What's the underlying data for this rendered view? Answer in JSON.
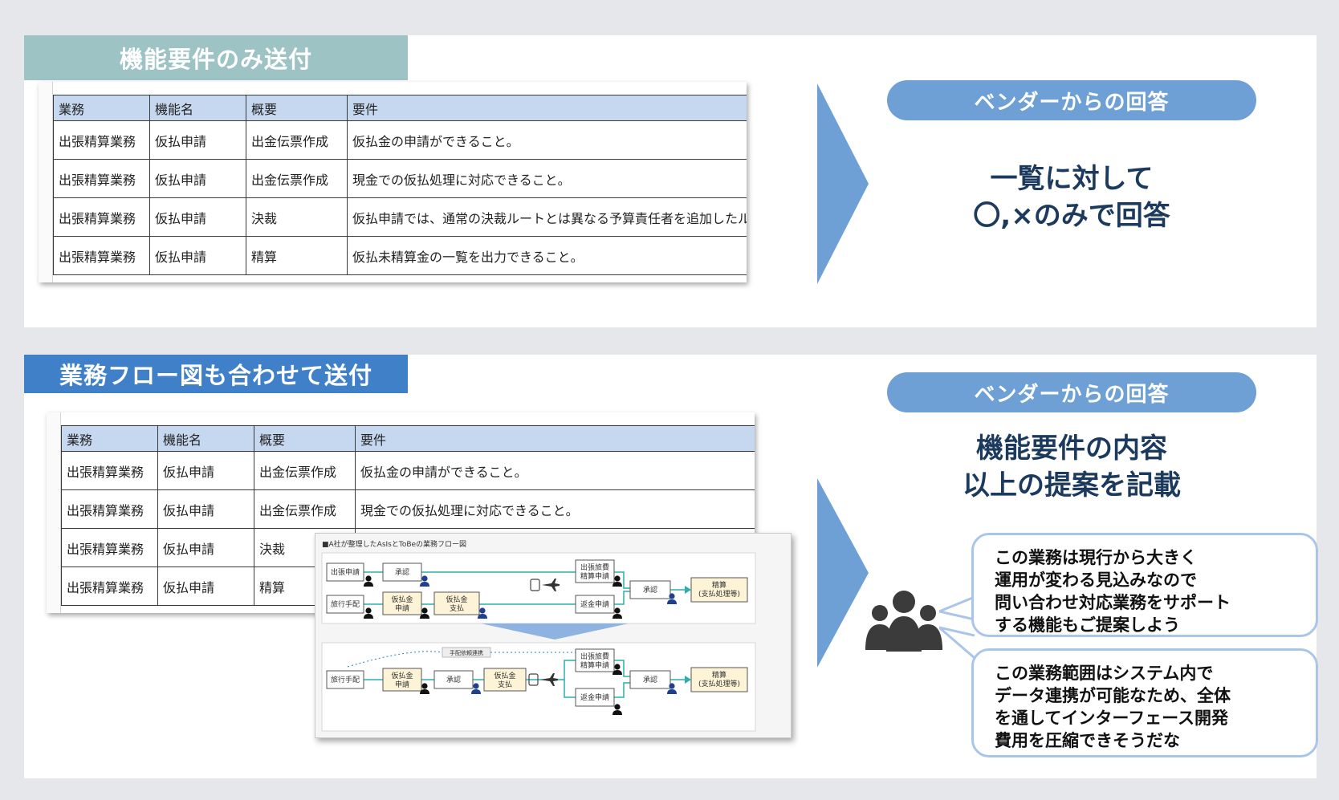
{
  "top": {
    "label": "機能要件のみ送付",
    "table": {
      "headers": [
        "業務",
        "機能名",
        "概要",
        "要件"
      ],
      "rows": [
        [
          "出張精算業務",
          "仮払申請",
          "出金伝票作成",
          "仮払金の申請ができること。"
        ],
        [
          "出張精算業務",
          "仮払申請",
          "出金伝票作成",
          "現金での仮払処理に対応できること。"
        ],
        [
          "出張精算業務",
          "仮払申請",
          "決裁",
          "仮払申請では、通常の決裁ルートとは異なる予算責任者を追加したル"
        ],
        [
          "出張精算業務",
          "仮払申請",
          "精算",
          "仮払未精算金の一覧を出力できること。"
        ]
      ]
    },
    "vendor_label": "ベンダーからの回答",
    "answer_line1": "一覧に対して",
    "answer_line2": "〇,×のみで回答"
  },
  "bottom": {
    "label": "業務フロー図も合わせて送付",
    "table": {
      "headers": [
        "業務",
        "機能名",
        "概要",
        "要件"
      ],
      "rows": [
        [
          "出張精算業務",
          "仮払申請",
          "出金伝票作成",
          "仮払金の申請ができること。"
        ],
        [
          "出張精算業務",
          "仮払申請",
          "出金伝票作成",
          "現金での仮払処理に対応できること。"
        ],
        [
          "出張精算業務",
          "仮払申請",
          "決裁",
          ""
        ],
        [
          "出張精算業務",
          "仮払申請",
          "精算",
          ""
        ]
      ]
    },
    "flow": {
      "title": "■A社が整理したAsIsとToBeの業務フロー図",
      "asis": {
        "n1": "出張申請",
        "n2": "承認",
        "n3a": "出張旅費",
        "n3b": "精算申請",
        "n4": "承認",
        "n5a": "精算",
        "n5b": "(支払処理等)",
        "n6": "旅行手配",
        "n7a": "仮払金",
        "n7b": "申請",
        "n8a": "仮払金",
        "n8b": "支払",
        "n9": "返金申請"
      },
      "tobe": {
        "tag": "手配依頼連携",
        "n1": "旅行手配",
        "n2a": "仮払金",
        "n2b": "申請",
        "n3": "承認",
        "n4a": "仮払金",
        "n4b": "支払",
        "n5a": "出張旅費",
        "n5b": "精算申請",
        "n6": "承認",
        "n7a": "精算",
        "n7b": "(支払処理等)",
        "n8": "返金申請"
      }
    },
    "vendor_label": "ベンダーからの回答",
    "answer_line1": "機能要件の内容",
    "answer_line2": "以上の提案を記載",
    "bubble1": [
      "この業務は現行から大きく",
      "運用が変わる見込みなので",
      "問い合わせ対応業務をサポート",
      "する機能もご提案しよう"
    ],
    "bubble2": [
      "この業務範囲はシステム内で",
      "データ連携が可能なため、全体",
      "を通してインターフェース開発",
      "費用を圧縮できそうだな"
    ]
  },
  "colors": {
    "label_top": "#9dc3c5",
    "label_bottom": "#3f80c8",
    "arrow": "#6ea0d6",
    "pill": "#6ea0d6",
    "answer_text": "#1c3a5e",
    "table_header": "#c6d7f0",
    "bubble_border": "#a9c6ea",
    "people_icon": "#3b3b3b",
    "flow_note": "#fdf3d6",
    "flow_line": "#2ab0a8"
  },
  "icons": {
    "people": "people-group-icon",
    "person": "person-icon",
    "airplane": "airplane-icon",
    "luggage": "luggage-icon"
  }
}
